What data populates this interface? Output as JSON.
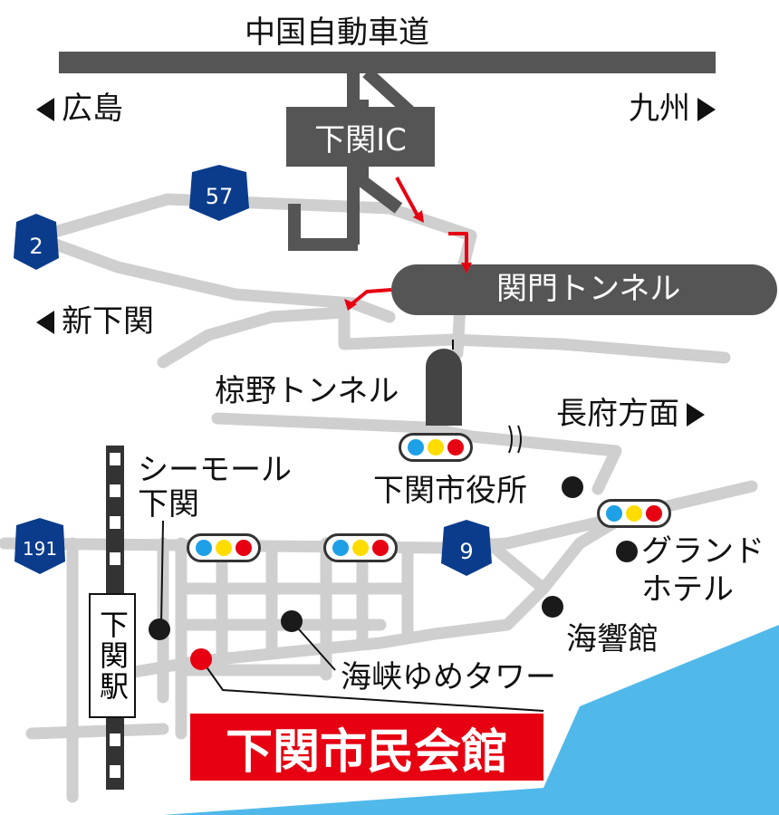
{
  "map": {
    "title": "下関市民会館",
    "expressway": "中国自動車道",
    "ic": "下関IC",
    "tunnel_kanmon": "関門トンネル",
    "tunnel_kuku": "椋野トンネル",
    "dir_hiroshima": "広島",
    "dir_kyushu": "九州",
    "dir_shinshimonoseki": "新下関",
    "dir_chofu": "長府方面",
    "seamall": "シーモール\n下関",
    "city_hall": "下関市役所",
    "grand_hotel": "グランド\nホテル",
    "kaikyokan": "海響館",
    "yume_tower": "海峡ゆめタワー",
    "station": "下関駅",
    "route_2": "2",
    "route_57": "57",
    "route_191": "191",
    "route_9": "9"
  },
  "colors": {
    "road": "#cfcfcf",
    "expressway": "#555555",
    "sea": "#50b9ea",
    "accent": "#e60012",
    "shield": "#0b3c8c",
    "signal_blue": "#1ea0e6",
    "signal_yellow": "#ffdc00",
    "signal_red": "#e60012"
  }
}
